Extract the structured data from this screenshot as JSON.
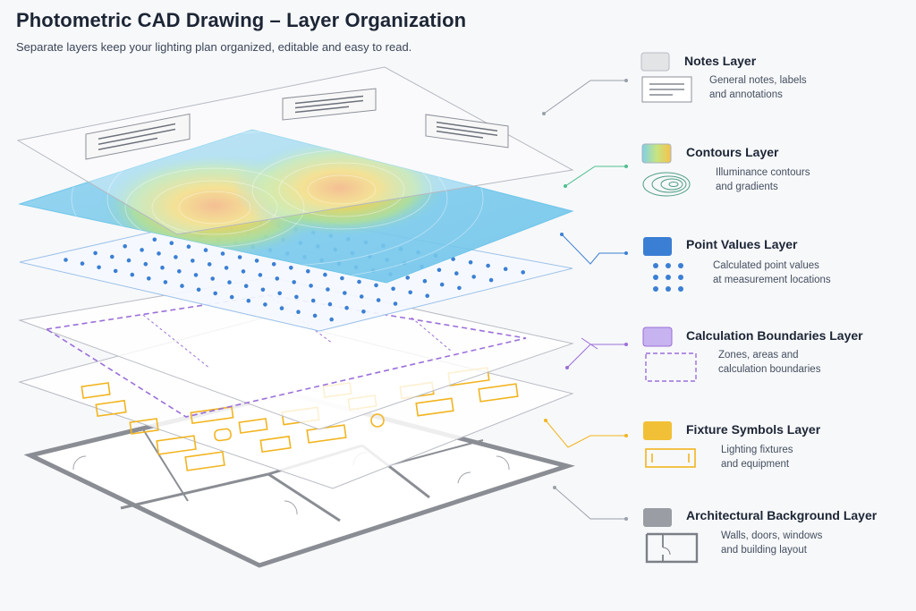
{
  "title": "Photometric CAD Drawing – Layer Organization",
  "subtitle": "Separate layers keep your lighting plan organized, editable and easy to read.",
  "layers": [
    {
      "name": "Notes Layer",
      "desc_line1": "General notes, labels",
      "desc_line2": "and annotations",
      "swatch_color": "#e3e4e6",
      "icon": "notes-icon"
    },
    {
      "name": "Contours Layer",
      "desc_line1": "Illuminance contours",
      "desc_line2": "and gradients",
      "swatch_color": "#8fd6a8",
      "icon": "contours-icon"
    },
    {
      "name": "Point Values Layer",
      "desc_line1": "Calculated point values",
      "desc_line2": "at measurement locations",
      "swatch_color": "#3b7fd4",
      "icon": "point-grid-icon"
    },
    {
      "name": "Calculation Boundaries Layer",
      "desc_line1": "Zones, areas and",
      "desc_line2": "calculation boundaries",
      "swatch_color": "#b9a2e8",
      "icon": "dashed-boundary-icon"
    },
    {
      "name": "Fixture Symbols Layer",
      "desc_line1": "Lighting fixtures",
      "desc_line2": "and equipment",
      "swatch_color": "#f2c037",
      "icon": "fixture-icon"
    },
    {
      "name": "Architectural Background Layer",
      "desc_line1": "Walls, doors, windows",
      "desc_line2": "and building layout",
      "swatch_color": "#9a9d a3",
      "icon": "floorplan-icon"
    }
  ],
  "colors": {
    "notes": "#e3e4e6",
    "contour_low": "#6ec6ea",
    "contour_mid": "#a8e08a",
    "contour_high": "#f7c04a",
    "contour_peak": "#f3a35a",
    "points": "#3b7fd4",
    "boundary": "#9b6fd9",
    "fixture": "#f2b41f",
    "wall": "#8a8d93",
    "connector": "#9aa0aa"
  }
}
